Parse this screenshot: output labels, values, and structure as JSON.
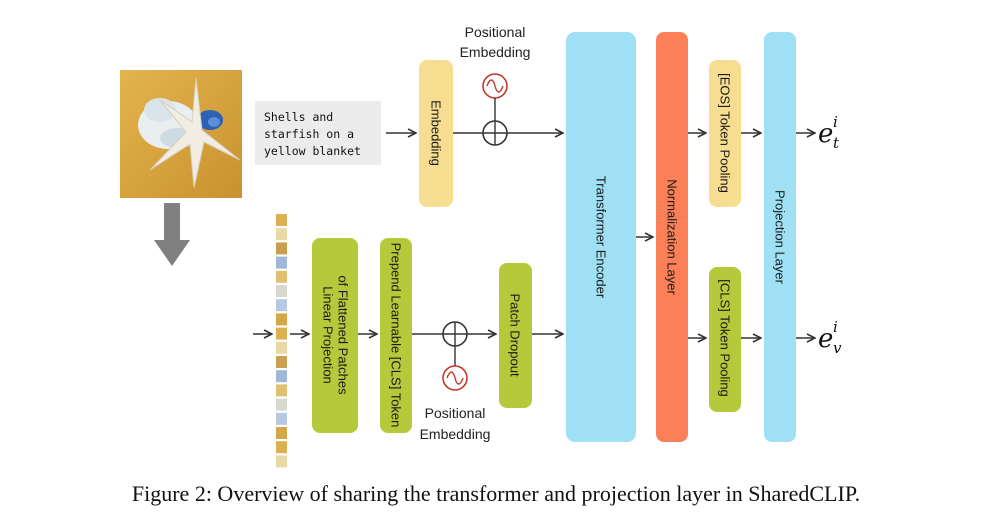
{
  "figure": {
    "caption": "Figure 2: Overview of sharing the transformer and projection layer in SharedCLIP.",
    "text_input": [
      "Shells and",
      "starfish on a",
      "yellow blanket"
    ],
    "blocks": {
      "embedding": "Embedding",
      "linear_projection": [
        "Linear Projection",
        "of Flattened Patches"
      ],
      "prepend_cls": "Prepend Learnable [CLS] Token",
      "patch_dropout": "Patch Dropout",
      "transformer_encoder": "Transformer Encoder",
      "normalization_layer": "Normalization Layer",
      "eos_pooling": "[EOS] Token Pooling",
      "cls_pooling": "[CLS] Token Pooling",
      "projection_layer": "Projection Layer"
    },
    "positional_embedding_top": [
      "Positional",
      "Embedding"
    ],
    "positional_embedding_bottom": [
      "Positional",
      "Embedding"
    ],
    "outputs": {
      "text": {
        "base": "e",
        "sup": "i",
        "sub": "t"
      },
      "image": {
        "base": "e",
        "sup": "i",
        "sub": "v"
      }
    },
    "colors": {
      "embedding": "#f6dd8f",
      "green": "#b5c93a",
      "transformer": "#9fe0f5",
      "normalization": "#fb7f57",
      "projection": "#9fe0f5",
      "arrow": "#333333",
      "image": "#e0b048"
    }
  }
}
